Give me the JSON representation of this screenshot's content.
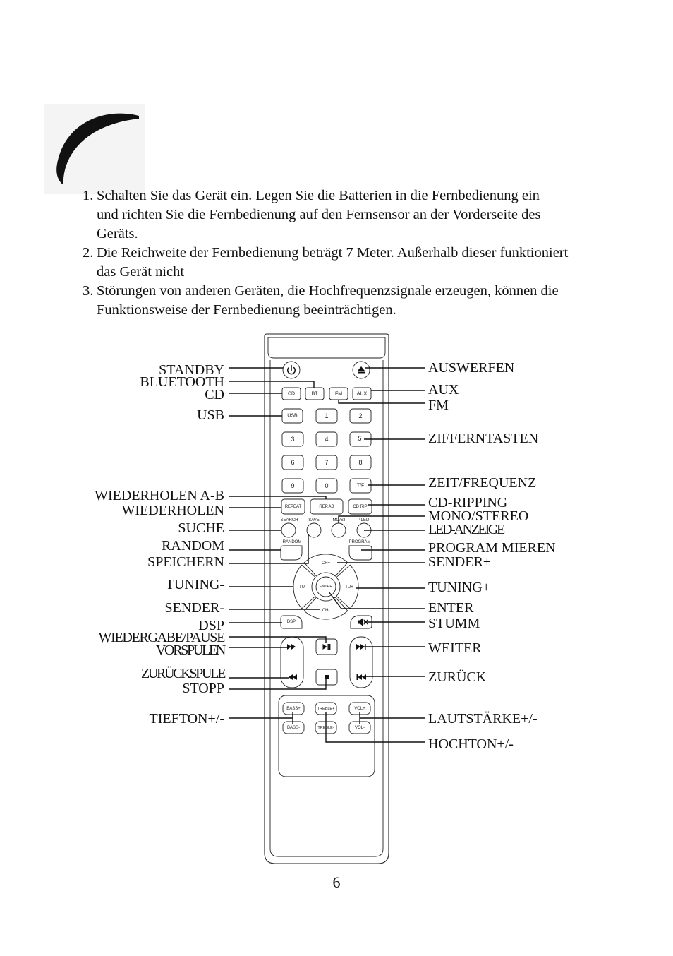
{
  "instructions": [
    {
      "number": "1.",
      "lines": [
        "Schalten Sie das Gerät ein. Legen Sie die Batterien in die Fernbedienung ein",
        "und richten Sie die Fernbedienung auf den Fernsensor an der Vorderseite des",
        "Geräts."
      ]
    },
    {
      "number": "2.",
      "lines": [
        "Die Reichweite der Fernbedienung beträgt 7 Meter. Außerhalb dieser funktioniert",
        "das Gerät nicht"
      ]
    },
    {
      "number": "3.",
      "lines": [
        "Störungen von anderen Geräten, die Hochfrequenzsignale erzeugen, können die",
        "Funktionsweise der Fernbedienung beeinträchtigen."
      ]
    }
  ],
  "callouts": {
    "left": {
      "standby": "STANDBY",
      "bluetooth": "BLUETOOTH",
      "cd": "CD",
      "usb": "USB",
      "repeat_ab": "WIEDERHOLEN A-B",
      "repeat": "WIEDERHOLEN",
      "search": "SUCHE",
      "random": "RANDOM",
      "save": "SPEICHERN",
      "tuning_down": "TUNING-",
      "channel_down": "SENDER-",
      "dsp": "DSP",
      "play_pause": "WIEDERGABE/PAUSE",
      "fast_forward": "VORSPULEN",
      "rewind": "ZURÜCKSPULE",
      "stop": "STOPP",
      "bass": "TIEFTON+/-"
    },
    "right": {
      "eject": "AUSWERFEN",
      "aux": "AUX",
      "fm": "FM",
      "digits": "ZIFFERNTASTEN",
      "time_freq": "ZEIT/FREQUENZ",
      "cd_ripping": "CD-RIPPING",
      "mono_stereo": "MONO/STEREO",
      "led": "LED-ANZEIGE",
      "program": "PROGRAM MIEREN",
      "channel_up": "SENDER+",
      "tuning_up": "TUNING+",
      "enter": "ENTER",
      "mute": "STUMM",
      "next": "WEITER",
      "previous": "ZURÜCK",
      "volume": "LAUTSTÄRKE+/-",
      "treble": "HOCHTON+/-"
    }
  },
  "remote": {
    "cd": "CD",
    "bt": "BT",
    "fm": "FM",
    "aux": "AUX",
    "usb": "USB",
    "digits": [
      "0",
      "1",
      "2",
      "3",
      "4",
      "5",
      "6",
      "7",
      "8",
      "9"
    ],
    "time_freq": "T/F",
    "repeat": "REPEAT",
    "rep_ab": "REP.AB",
    "cd_rip": "CD RIP",
    "search": "SEARCH",
    "save": "SAVE",
    "mo_st": "MO/ST",
    "p_led": "P.LED",
    "random": "RANDOM",
    "program": "PROGRAM",
    "ch_up": "CH+",
    "tu_down": "TU-",
    "enter": "ENTER",
    "tu_up": "TU+",
    "ch_down": "CH-",
    "dsp": "DSP",
    "bass_up": "BASS+",
    "treble_up": "TREBLE+",
    "vol_up": "VOL+",
    "bass_down": "BASS-",
    "treble_down": "TREBLE-",
    "vol_down": "VOL-"
  },
  "remote_icons": {
    "standby": "power-icon",
    "eject": "eject-icon",
    "mute": "mute-icon",
    "play_pause": "play-pause-icon",
    "stop": "stop-icon",
    "fast_forward": "fast-forward-icon",
    "rewind": "rewind-icon",
    "next": "next-track-icon",
    "previous": "previous-track-icon"
  },
  "page": {
    "number": "6"
  },
  "colors": {
    "ink": "#111111",
    "paper": "#ffffff",
    "mark_background": "#f4f4f4"
  }
}
